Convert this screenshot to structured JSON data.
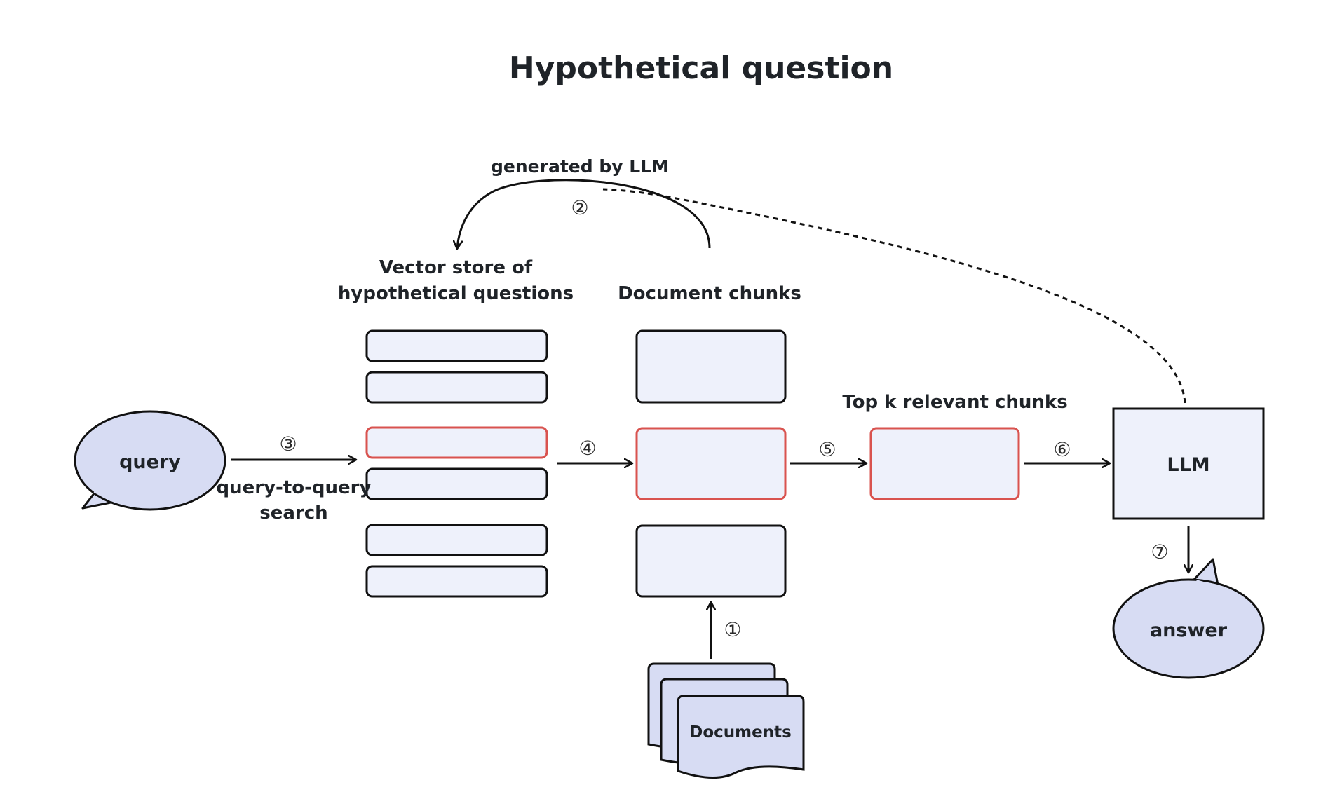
{
  "title": "Hypothetical question",
  "labels": {
    "generated_by": "generated by LLM",
    "vector_store_line1": "Vector store of",
    "vector_store_line2": "hypothetical questions",
    "document_chunks": "Document chunks",
    "top_k": "Top k relevant chunks",
    "query": "query",
    "search_line1": "query-to-query",
    "search_line2": "search",
    "llm": "LLM",
    "answer": "answer",
    "documents": "Documents"
  },
  "steps": {
    "s1": "①",
    "s2": "②",
    "s3": "③",
    "s4": "④",
    "s5": "⑤",
    "s6": "⑥",
    "s7": "⑦"
  },
  "colors": {
    "box_fill": "#eef1fb",
    "node_fill": "#d7dcf3",
    "highlight": "#d9534f",
    "stroke": "#111111"
  }
}
